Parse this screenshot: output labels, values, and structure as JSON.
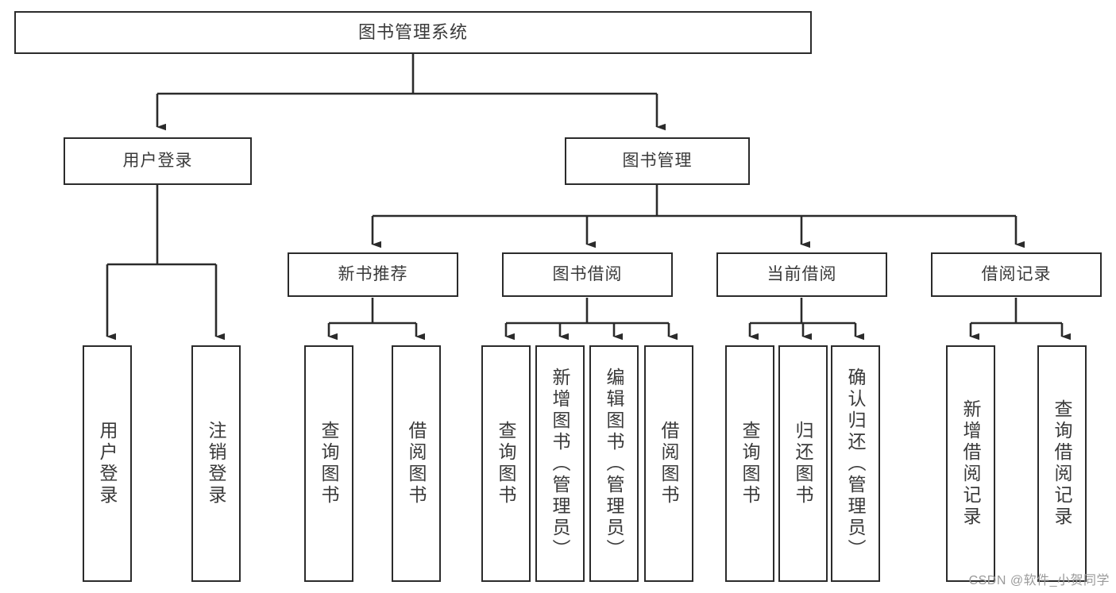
{
  "diagram": {
    "type": "tree",
    "title": "图书管理系统",
    "root": {
      "label": "图书管理系统"
    },
    "level1": [
      {
        "id": "user-login",
        "label": "用户登录"
      },
      {
        "id": "book-manage",
        "label": "图书管理"
      }
    ],
    "level2": [
      {
        "id": "new-book-rec",
        "label": "新书推荐",
        "parent": "book-manage"
      },
      {
        "id": "book-borrow",
        "label": "图书借阅",
        "parent": "book-manage"
      },
      {
        "id": "current-borrow",
        "label": "当前借阅",
        "parent": "book-manage"
      },
      {
        "id": "borrow-record",
        "label": "借阅记录",
        "parent": "book-manage"
      }
    ],
    "leaves": {
      "user_login": [
        {
          "id": "leaf-user-login",
          "label": "用户登录"
        },
        {
          "id": "leaf-logout",
          "label": "注销登录"
        }
      ],
      "new_book_rec": [
        {
          "id": "leaf-query-book-1",
          "label": "查询图书"
        },
        {
          "id": "leaf-borrow-book-1",
          "label": "借阅图书"
        }
      ],
      "book_borrow": [
        {
          "id": "leaf-query-book-2",
          "label": "查询图书"
        },
        {
          "id": "leaf-add-book",
          "label": "新增图书（管理员）"
        },
        {
          "id": "leaf-edit-book",
          "label": "编辑图书（管理员）"
        },
        {
          "id": "leaf-borrow-book-2",
          "label": "借阅图书"
        }
      ],
      "current_borrow": [
        {
          "id": "leaf-query-book-3",
          "label": "查询图书"
        },
        {
          "id": "leaf-return-book",
          "label": "归还图书"
        },
        {
          "id": "leaf-confirm-return",
          "label": "确认归还（管理员）"
        }
      ],
      "borrow_record": [
        {
          "id": "leaf-add-record",
          "label": "新增借阅记录"
        },
        {
          "id": "leaf-query-record",
          "label": "查询借阅记录"
        }
      ]
    }
  },
  "watermark": {
    "text": "CSDN @软件_小贺同学"
  },
  "colors": {
    "stroke": "#2b2b2b",
    "text": "#3a3a3a",
    "background": "#ffffff",
    "watermark": "#9a9a9a"
  }
}
